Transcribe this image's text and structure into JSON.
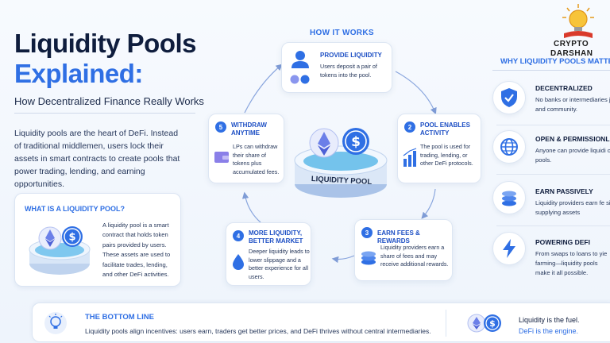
{
  "header": {
    "title_line1": "Liquidity Pools",
    "title_line2": "Explained:",
    "subtitle": "How Decentralized Finance Really Works",
    "intro": "Liquidity pools are the heart of DeFi. Instead of traditional middlemen, users lock their assets in smart contracts to create pools that power trading, lending, and earning opportunities."
  },
  "what_is": {
    "title": "WHAT IS A LIQUIDITY POOL?",
    "text": "A liquidity pool is a smart contract that holds token pairs provided by users. These assets are used to facilitate trades, lending, and other DeFi activities."
  },
  "how_it_works": {
    "title": "HOW IT WORKS",
    "center_label": "LIQUIDITY POOL",
    "steps": [
      {
        "number": "",
        "title": "PROVIDE LIQUIDITY",
        "desc": "Users deposit a pair of tokens into the pool."
      },
      {
        "number": "2",
        "title": "POOL ENABLES ACTIVITY",
        "desc": "The pool is used for trading, lending, or other DeFi protocols."
      },
      {
        "number": "3",
        "title": "EARN FEES & REWARDS",
        "desc": "Liquidity providers earn a share of fees and may receive additional rewards."
      },
      {
        "number": "4",
        "title": "MORE LIQUIDITY, BETTER MARKET",
        "desc": "Deeper liquidity leads to lower slippage and a better experience for all users."
      },
      {
        "number": "5",
        "title": "WITHDRAW ANYTIME",
        "desc": "LPs can withdraw their share of tokens plus accumulated fees."
      }
    ]
  },
  "why": {
    "title": "WHY LIQUIDITY POOLS MATTE",
    "items": [
      {
        "title": "DECENTRALIZED",
        "desc": "No banks or intermediaries just code and community.",
        "icon": "shield-check-icon"
      },
      {
        "title": "OPEN & PERMISSIONLE",
        "desc": "Anyone can provide liquidi or use the pools.",
        "icon": "globe-icon"
      },
      {
        "title": "EARN PASSIVELY",
        "desc": "Liquidity providers earn fe simply by supplying assets",
        "icon": "coin-stack-icon"
      },
      {
        "title": "POWERING DEFI",
        "desc": "From swaps to loans to yie farming—liquidity pools make it all possible.",
        "icon": "lightning-icon"
      }
    ]
  },
  "bottom": {
    "title": "THE BOTTOM LINE",
    "text": "Liquidity pools align incentives: users earn, traders get better prices, and DeFi thrives without central intermediaries.",
    "tag_line1": "Liquidity is the fuel.",
    "tag_line2": "DeFi is the engine."
  },
  "logo": {
    "line1": "CRYPTO",
    "line2": "DARSHAN"
  },
  "colors": {
    "accent": "#2f6fe4",
    "dark": "#0f1d3d",
    "ethereum": "#6b7fe8",
    "coin_blue": "#2f6fe4"
  }
}
